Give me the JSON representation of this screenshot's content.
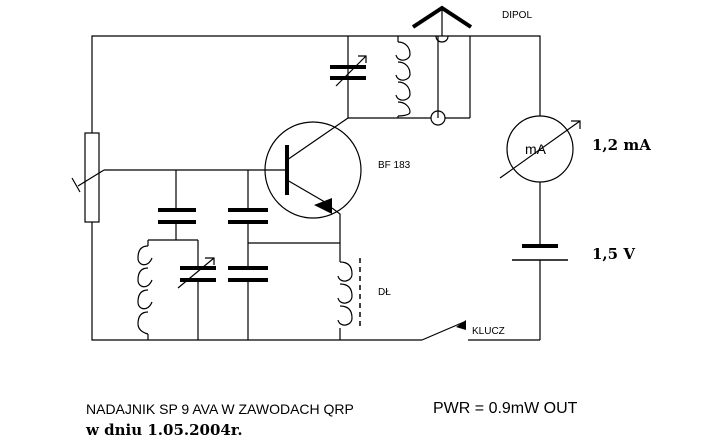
{
  "labels": {
    "antenna": "DIPOL",
    "transistor": "BF 183",
    "meter_symbol": "mA",
    "current": "1,2  mA",
    "battery": "1,5 V",
    "choke": "DŁ",
    "key": "KLUCZ"
  },
  "caption": {
    "line1": "NADAJNIK  SP 9 AVA  W  ZAWODACH  QRP",
    "line2": "w dniu  1.05.2004r.",
    "pwr": "PWR = 0.9mW  OUT"
  }
}
